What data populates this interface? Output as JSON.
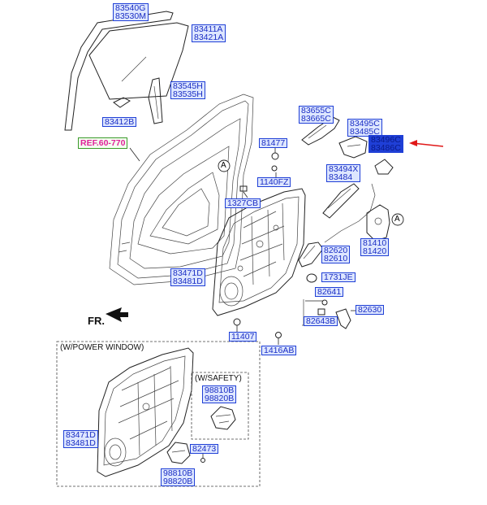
{
  "ref": "REF.60-770",
  "front_marker": "FR.",
  "view_marker": "A",
  "power_window_title": "(W/POWER WINDOW)",
  "safety_title": "(W/SAFETY)",
  "colors": {
    "label_border": "#1f3fd6",
    "label_fill": "#dde6ff",
    "ref_text": "#e0209a",
    "arrow": "#e01818"
  },
  "labels": {
    "l83540g": [
      "83540G",
      "83530M"
    ],
    "l83411a": [
      "83411A",
      "83421A"
    ],
    "l83545h": [
      "83545H",
      "83535H"
    ],
    "l83412b": [
      "83412B"
    ],
    "l81477": [
      "81477"
    ],
    "l1140fz": [
      "1140FZ"
    ],
    "l1327cb": [
      "1327CB"
    ],
    "l83655c": [
      "83655C",
      "83665C"
    ],
    "l83495c": [
      "83495C",
      "83485C"
    ],
    "l83496c": [
      "83496C",
      "83486C"
    ],
    "l83494x": [
      "83494X",
      "83484"
    ],
    "l81410": [
      "81410",
      "81420"
    ],
    "l82620": [
      "82620",
      "82610"
    ],
    "l1731je": [
      "1731JE"
    ],
    "l82641": [
      "82641"
    ],
    "l82630": [
      "82630"
    ],
    "l82643b": [
      "82643B"
    ],
    "l83471d": [
      "83471D",
      "83481D"
    ],
    "l11407": [
      "11407"
    ],
    "l1416ab": [
      "1416AB"
    ],
    "l83471d_b": [
      "83471D",
      "83481D"
    ],
    "l98810b": [
      "98810B",
      "98820B"
    ],
    "l82473": [
      "82473"
    ],
    "l98810b_b": [
      "98810B",
      "98820B"
    ]
  }
}
